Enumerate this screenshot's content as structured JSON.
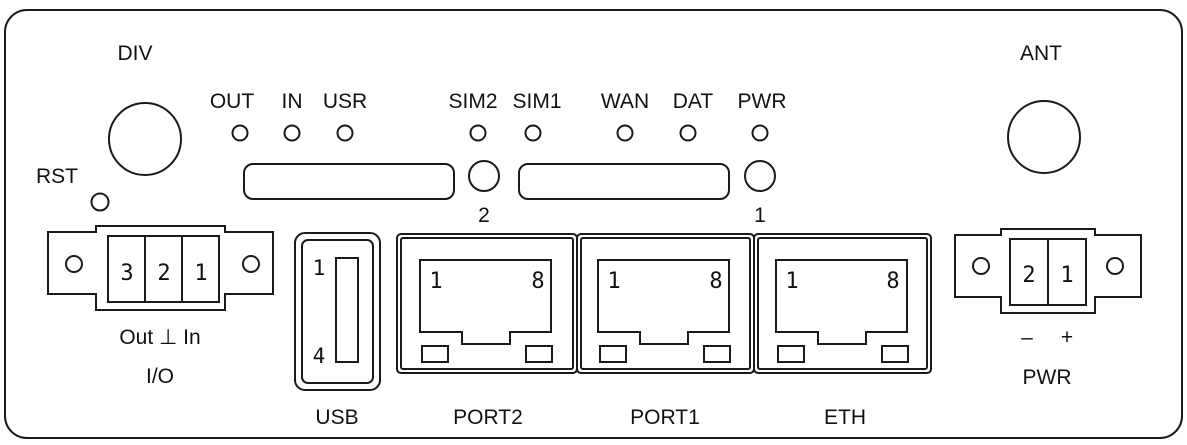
{
  "labels": {
    "div": "DIV",
    "ant": "ANT",
    "rst": "RST",
    "led_out": "OUT",
    "led_in": "IN",
    "led_usr": "USR",
    "led_sim2": "SIM2",
    "led_sim1": "SIM1",
    "led_wan": "WAN",
    "led_dat": "DAT",
    "led_pwr": "PWR",
    "sim2_index": "2",
    "sim1_index": "1",
    "io_polarity": "Out ⊥ In",
    "io": "I/O",
    "usb": "USB",
    "port2": "PORT2",
    "port1": "PORT1",
    "eth": "ETH",
    "pwr": "PWR",
    "pwr_minus": "–",
    "pwr_plus": "+"
  },
  "io_terminal": {
    "pins": [
      "3",
      "2",
      "1"
    ]
  },
  "pwr_terminal": {
    "pins": [
      "2",
      "1"
    ]
  },
  "usb_pins": {
    "top": "1",
    "bottom": "4"
  },
  "rj45": {
    "pin_first": "1",
    "pin_last": "8"
  }
}
